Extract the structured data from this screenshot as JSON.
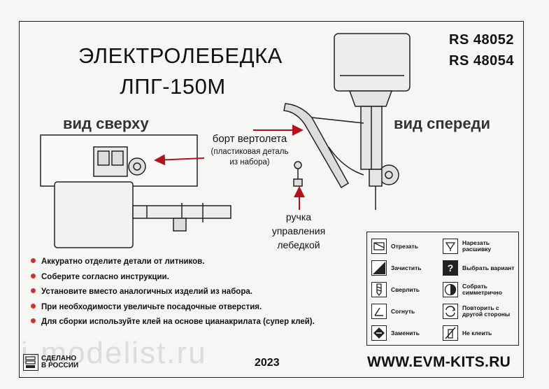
{
  "header": {
    "codes": [
      "RS 48052",
      "RS 48054"
    ],
    "title_line1": "ЭЛЕКТРОЛЕБЕДКА",
    "title_line2": "ЛПГ-150М"
  },
  "views": {
    "top": "вид сверху",
    "front": "вид спереди"
  },
  "labels": {
    "board": "борт вертолета",
    "board_sub_line1": "(пластиковая деталь",
    "board_sub_line2": "из набора)",
    "handle_line1": "ручка",
    "handle_line2": "управления",
    "handle_line3": "лебедкой"
  },
  "instructions": [
    "Аккуратно отделите детали от литников.",
    "Соберите согласно инструкции.",
    "Установите вместо аналогичных изделий из набора.",
    "При необходимости увеличьте посадочные отверстия.",
    "Для сборки используйте клей на основе цианакрилата (супер клей)."
  ],
  "legend": [
    {
      "icon": "cut-icon",
      "label": "Отрезать"
    },
    {
      "icon": "thread-icon",
      "label": "Нарезать расшивку"
    },
    {
      "icon": "clean-icon",
      "label": "Зачистить"
    },
    {
      "icon": "choose-icon",
      "label": "Выбрать вариант"
    },
    {
      "icon": "drill-icon",
      "label": "Сверлить"
    },
    {
      "icon": "symmetric-icon",
      "label": "Собрать симметрично"
    },
    {
      "icon": "bend-icon",
      "label": "Согнуть"
    },
    {
      "icon": "repeat-icon",
      "label": "Повторить с другой стороны"
    },
    {
      "icon": "replace-icon",
      "label": "Заменить"
    },
    {
      "icon": "no-glue-icon",
      "label": "Не клеить"
    }
  ],
  "footer": {
    "made_line1": "СДЕЛАНО",
    "made_line2": "В РОССИИ",
    "year": "2023",
    "url": "WWW.EVM-KITS.RU"
  },
  "watermark": "i-modelist.ru",
  "colors": {
    "accent": "#b3121c",
    "bullet": "#c33"
  }
}
